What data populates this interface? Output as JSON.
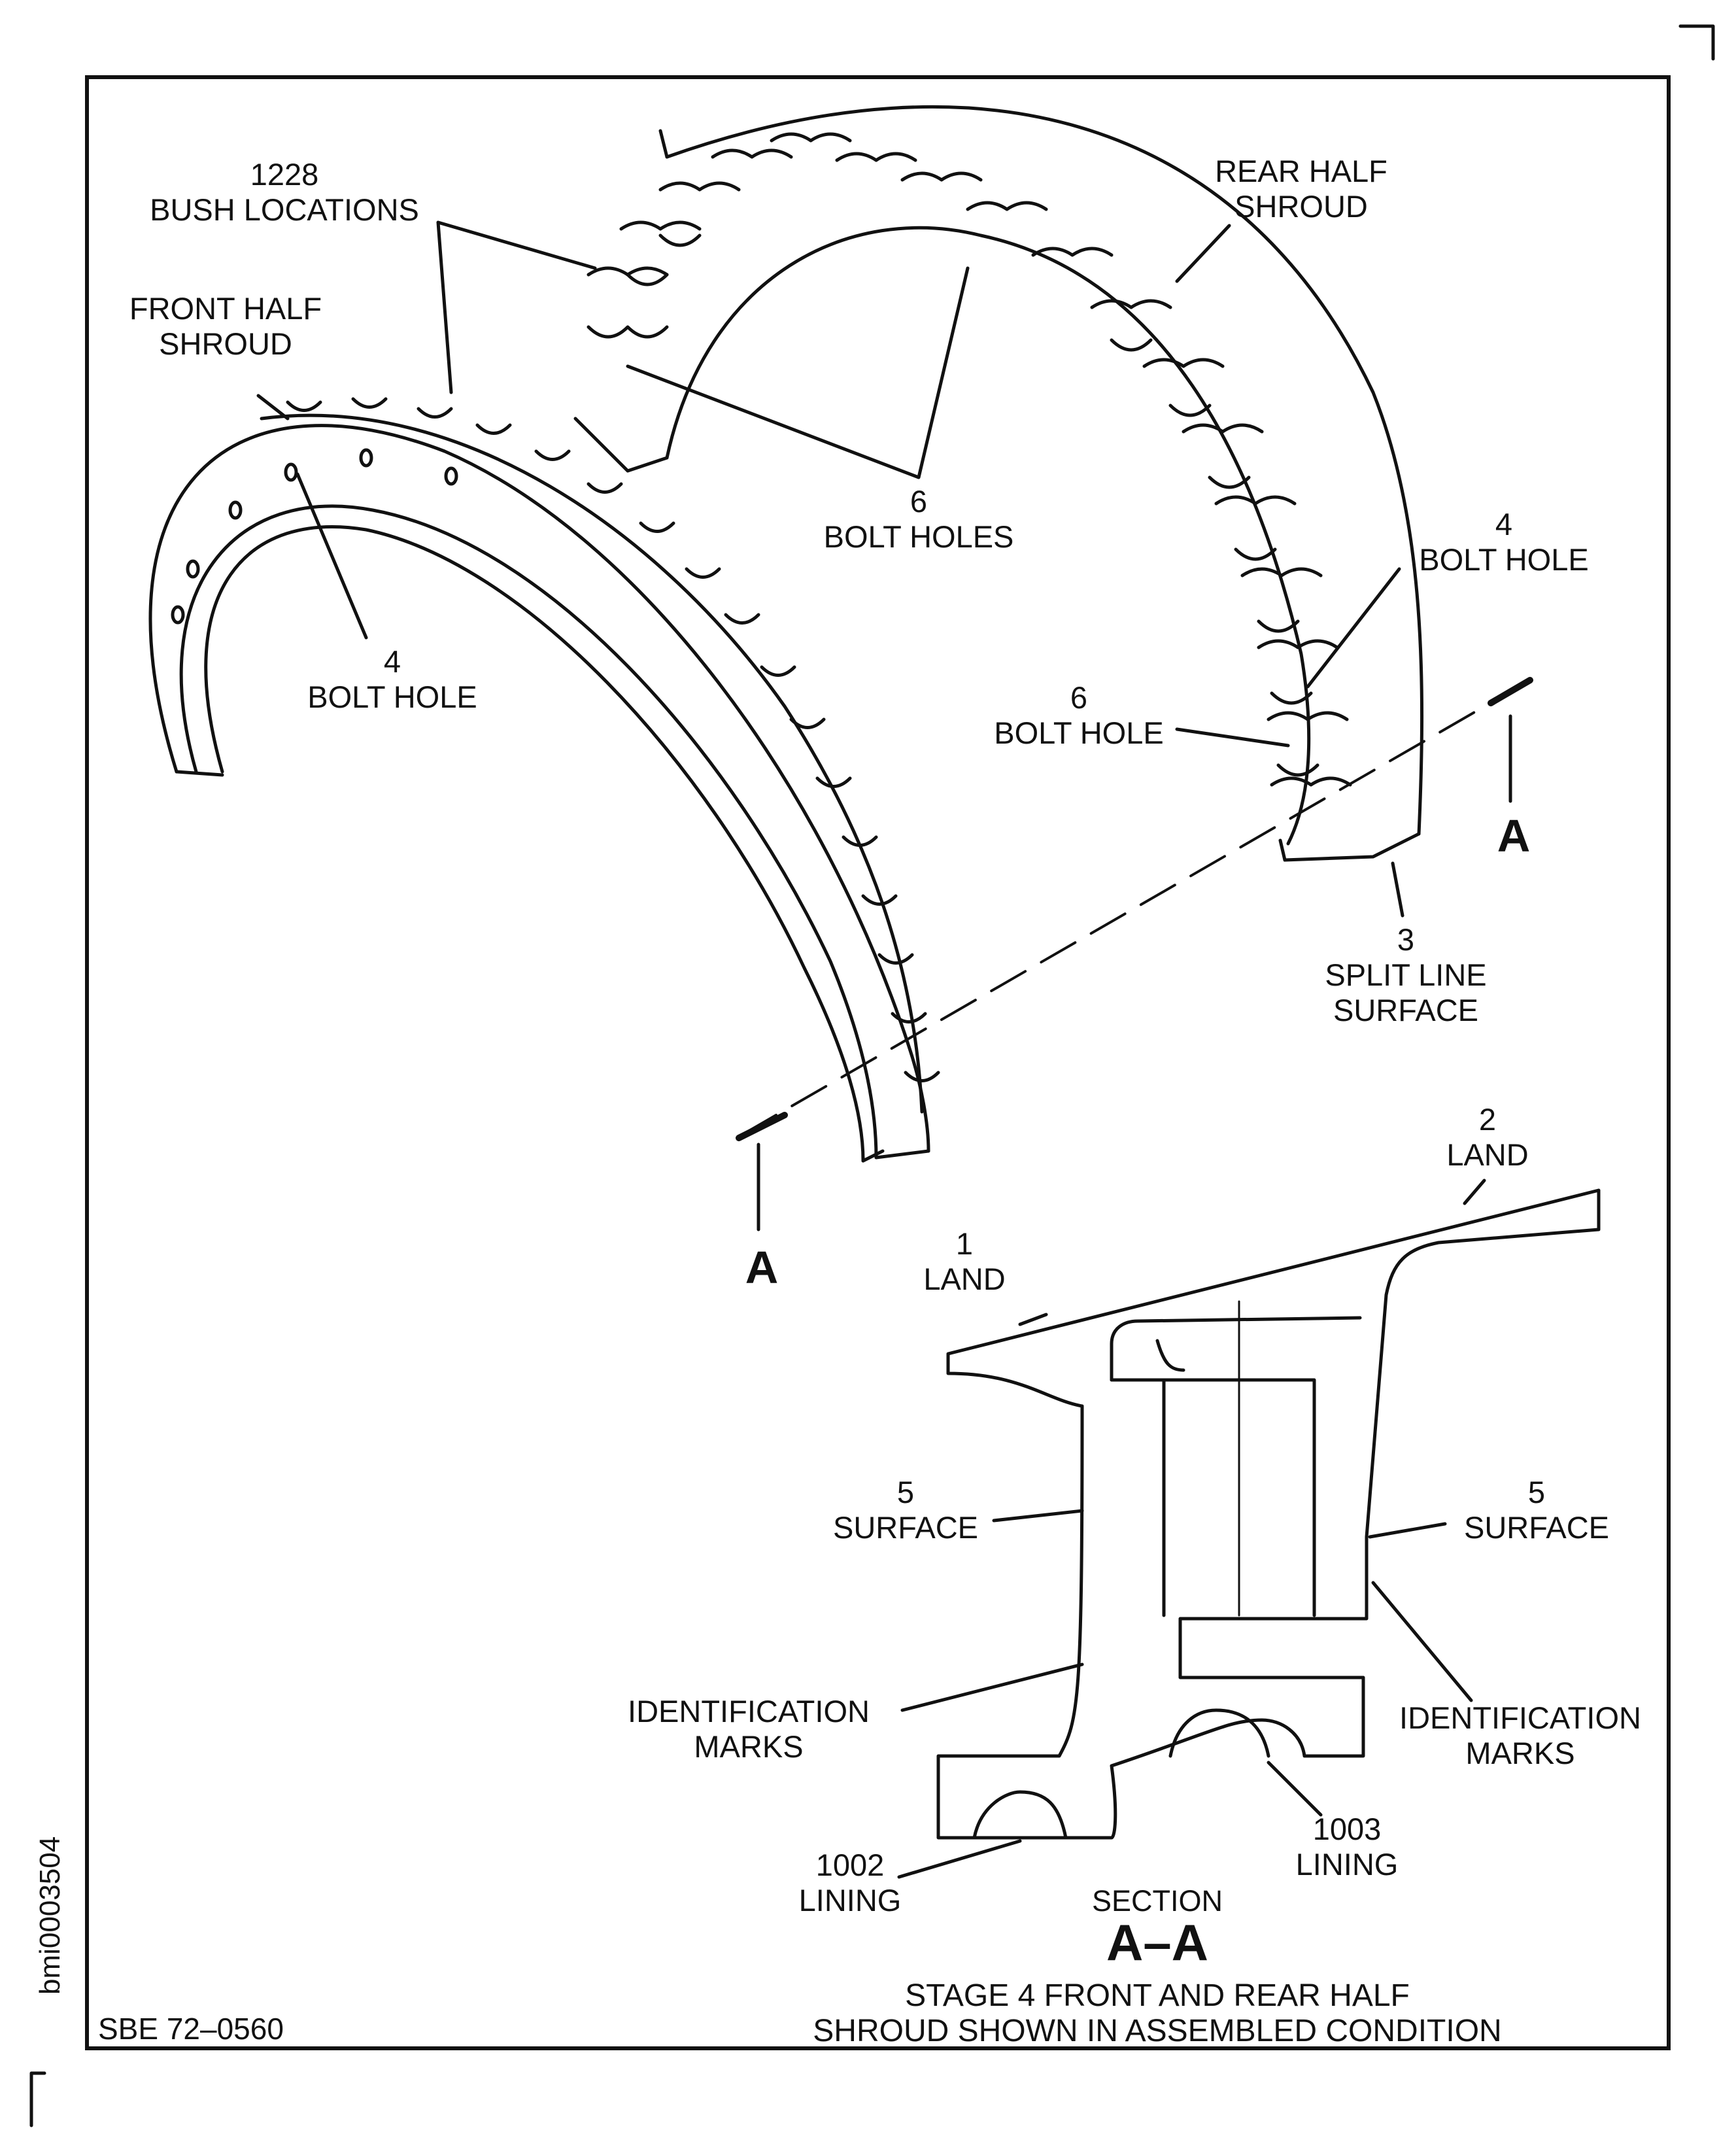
{
  "labels": {
    "bush_locations": [
      "1228",
      "BUSH LOCATIONS"
    ],
    "rear_half_shroud": [
      "REAR HALF",
      "SHROUD"
    ],
    "front_half_shroud": [
      "FRONT HALF",
      "SHROUD"
    ],
    "bolt_holes_6": [
      "6",
      "BOLT HOLES"
    ],
    "bolt_hole_4_rear": [
      "4",
      "BOLT HOLE"
    ],
    "bolt_hole_4_front": [
      "4",
      "BOLT HOLE"
    ],
    "bolt_hole_6": [
      "6",
      "BOLT HOLE"
    ],
    "split_line": [
      "3",
      "SPLIT LINE",
      "SURFACE"
    ],
    "land_2": [
      "2",
      "LAND"
    ],
    "land_1": [
      "1",
      "LAND"
    ],
    "surface_left": [
      "5",
      "SURFACE"
    ],
    "surface_right": [
      "5",
      "SURFACE"
    ],
    "id_marks_left": [
      "IDENTIFICATION",
      "MARKS"
    ],
    "id_marks_right": [
      "IDENTIFICATION",
      "MARKS"
    ],
    "lining_1003": [
      "1003",
      "LINING"
    ],
    "lining_1002": [
      "1002",
      "LINING"
    ],
    "section_marker_top": "A",
    "section_marker_bottom": "A"
  },
  "section": {
    "word": "SECTION",
    "name": "A–A"
  },
  "caption": [
    "STAGE 4 FRONT AND REAR HALF",
    "SHROUD SHOWN IN ASSEMBLED CONDITION"
  ],
  "reference": "SBE 72–0560",
  "image_id": "bmi0003504"
}
